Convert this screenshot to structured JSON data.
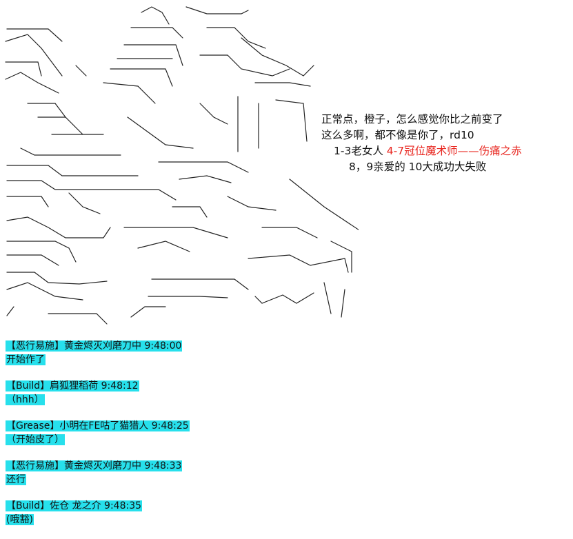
{
  "dialog": {
    "line1": "正常点，橙子，怎么感觉你比之前变了",
    "line2": "这么多啊，都不像是你了，rd10",
    "line3_prefix": "1-3老女人 ",
    "line3_red": "4-7冠位魔术师——伤痛之赤",
    "line4": "8，9亲爱的 10大成功大失败"
  },
  "messages": [
    {
      "header": "【恶行易施】黄金烬灭刈磨刀中 9:48:00",
      "body": "开始作了"
    },
    {
      "header": "【Build】肩狐狸稻荷 9:48:12",
      "body": "（hhh）"
    },
    {
      "header": "【Grease】小明在FE咕了猫猎人 9:48:25",
      "body": "（开始皮了）"
    },
    {
      "header": "【恶行易施】黄金烬灭刈磨刀中 9:48:33",
      "body": "还行"
    },
    {
      "header": "【Build】佐仓 龙之介 9:48:35",
      "body": "(哦豁)"
    }
  ],
  "colors": {
    "highlight": "#27e0ec",
    "red_text": "#e8261f"
  }
}
